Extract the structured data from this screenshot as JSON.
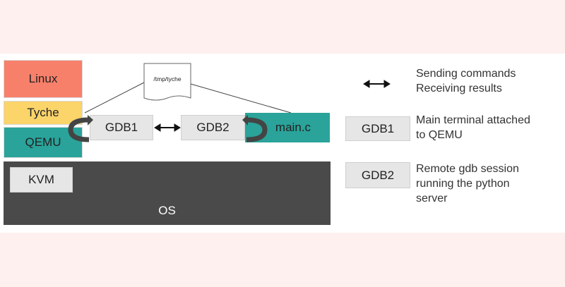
{
  "diagram": {
    "boxes": {
      "linux": "Linux",
      "tyche": "Tyche",
      "qemu": "QEMU",
      "gdb1": "GDB1",
      "gdb2": "GDB2",
      "main_c": "main.c",
      "kvm": "KVM",
      "os": "OS"
    },
    "file_label": "/tmp/tyche",
    "colors": {
      "linux": "#f7806b",
      "tyche": "#fbd46a",
      "qemu": "#2aa39a",
      "os": "#4a4a4a",
      "gdb": "#e6e6e6"
    }
  },
  "legend": {
    "arrow_line1": "Sending commands",
    "arrow_line2": "Receiving results",
    "gdb1_label": "GDB1",
    "gdb1_line1": "Main terminal attached",
    "gdb1_line2": "to QEMU",
    "gdb2_label": "GDB2",
    "gdb2_line1": "Remote gdb session",
    "gdb2_line2": "running the python",
    "gdb2_line3": "server"
  }
}
